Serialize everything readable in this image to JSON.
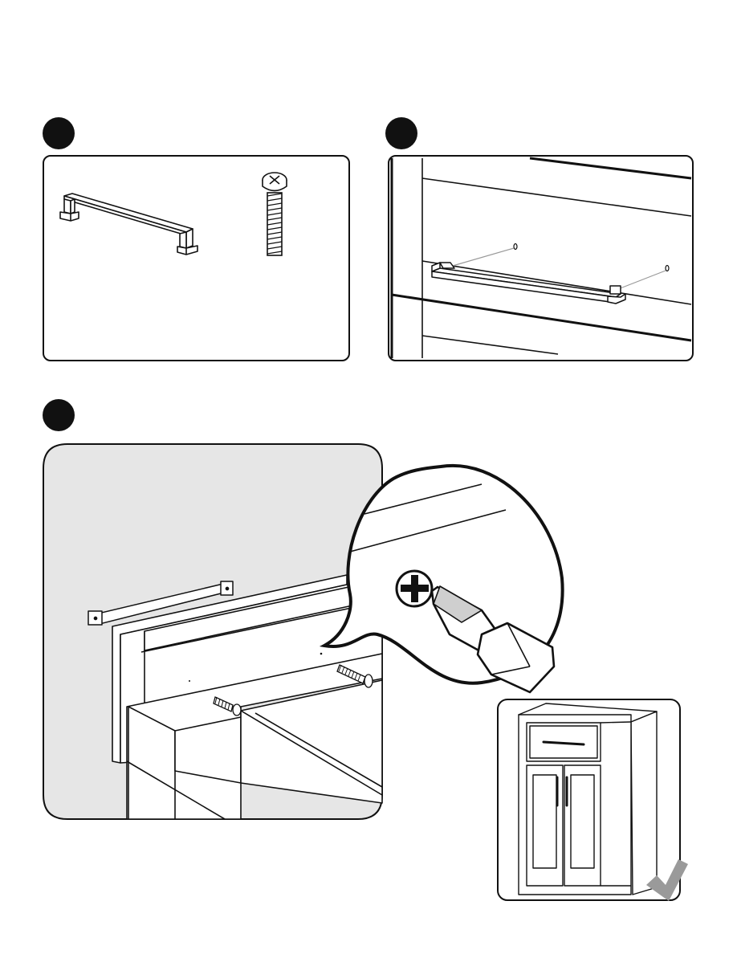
{
  "document": {
    "type": "assembly-instructions",
    "steps": [
      {
        "id": "step-1",
        "number": "",
        "description": ""
      },
      {
        "id": "step-2",
        "number": "",
        "description": ""
      },
      {
        "id": "step-3",
        "number": "",
        "description": ""
      }
    ],
    "parts": [
      {
        "name": "drawer-pull-handle-icon"
      },
      {
        "name": "machine-screw-icon"
      }
    ],
    "tool_icon": "phillips-screwdriver-icon",
    "complete_icon": "checkmark-icon",
    "colors": {
      "line": "#111111",
      "panel_fill": "#ffffff",
      "shaded_panel": "#e6e6e6",
      "check": "#9a9a9a"
    }
  }
}
